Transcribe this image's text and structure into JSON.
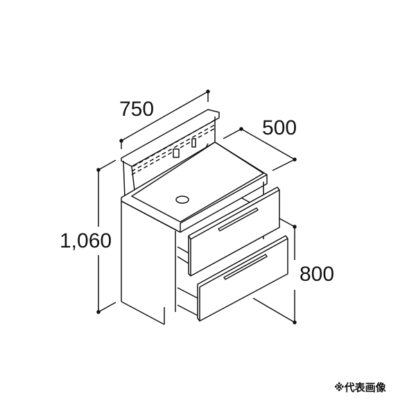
{
  "diagram": {
    "subject": "vanity-cabinet-with-two-drawers",
    "dimensions": {
      "width": "750",
      "depth": "500",
      "total_height": "1,060",
      "counter_height": "800"
    },
    "note": "※代表画像",
    "colors": {
      "line": "#111111",
      "background": "#ffffff"
    }
  }
}
